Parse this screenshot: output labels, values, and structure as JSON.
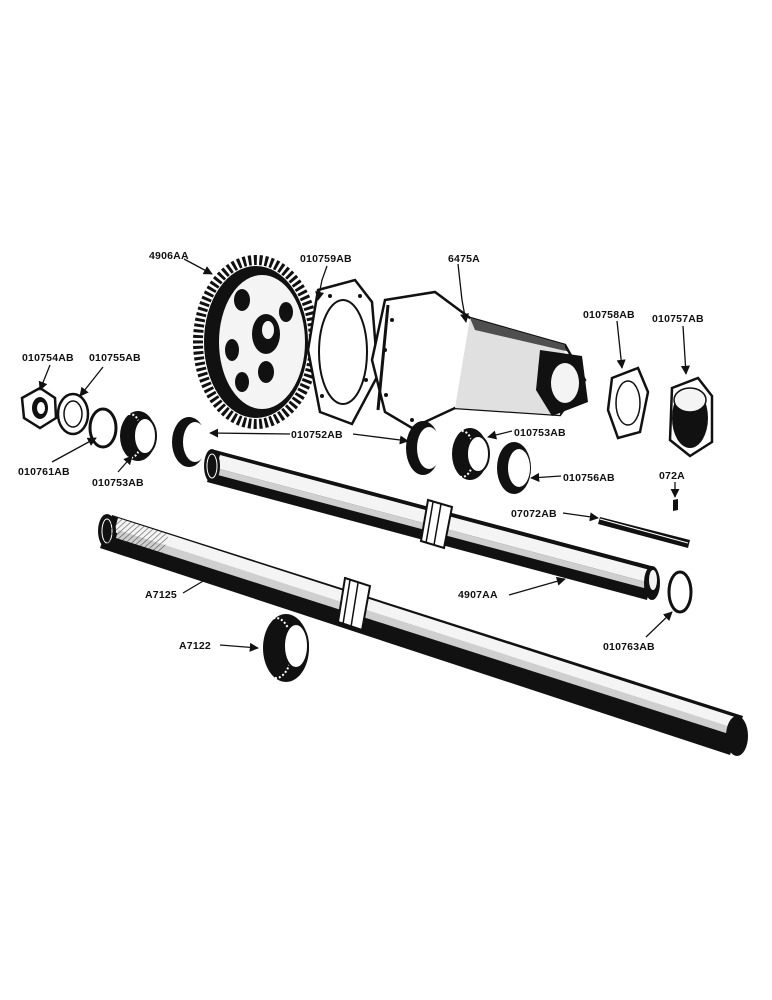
{
  "diagram": {
    "colors": {
      "ink": "#111111",
      "paper": "#ffffff",
      "shade": "#2a2a2a",
      "light": "#f4f4f4"
    },
    "labels": {
      "gear": "4906AA",
      "gasket_large": "010759AB",
      "housing": "6475A",
      "gasket_small": "010758AB",
      "end_cap": "010757AB",
      "nut": "010754AB",
      "washer": "010755AB",
      "snap_ring_left": "010761AB",
      "bearing_left": "010753AB",
      "cup": "010752AB",
      "bearing_right": "010753AB",
      "seal": "010756AB",
      "pin": "072A",
      "key": "07072AB",
      "shaft_upper": "4907AA",
      "shaft_lower": "A7125",
      "snap_ring_right": "010763AB",
      "bearing_lower": "A7122"
    }
  }
}
